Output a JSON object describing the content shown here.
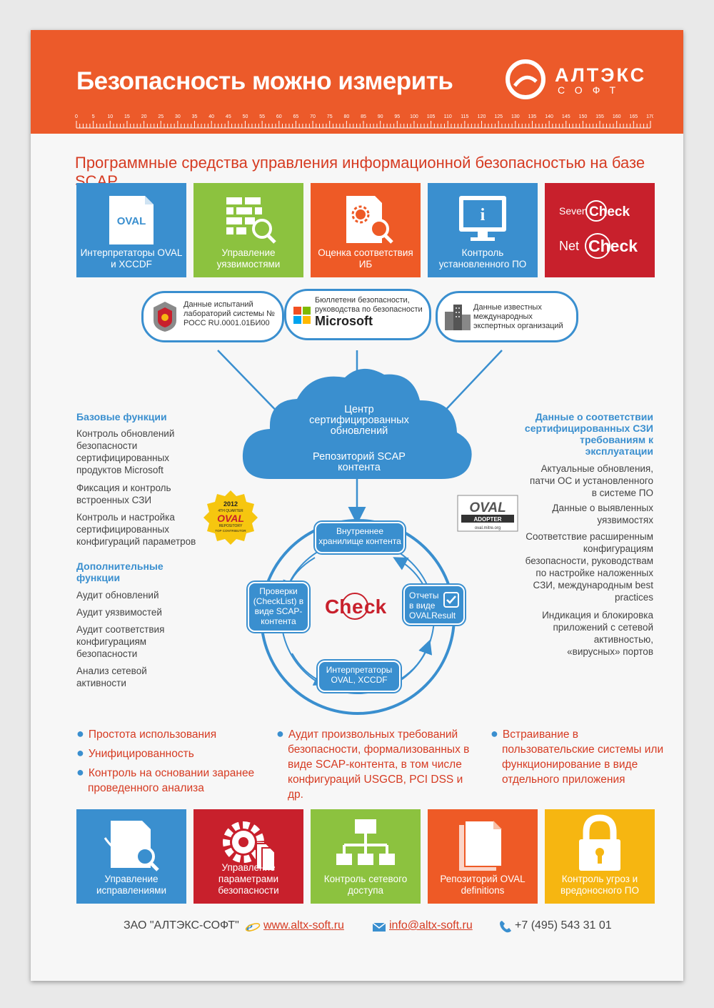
{
  "header": {
    "title": "Безопасность можно измерить",
    "logo_name": "АЛТЭКС",
    "logo_sub": "СОФТ",
    "ruler_ticks": [
      "0",
      "5",
      "10",
      "15",
      "20",
      "25",
      "30",
      "35",
      "40",
      "45",
      "50",
      "55",
      "60",
      "65",
      "70",
      "75",
      "80",
      "85",
      "90",
      "95",
      "100",
      "105",
      "110",
      "115",
      "120",
      "125",
      "130",
      "135",
      "140",
      "145",
      "150",
      "155",
      "160",
      "165",
      "170"
    ]
  },
  "subtitle": "Программные средства управления информационной безопасностью на базе SCAP",
  "top_tiles": [
    {
      "label": "Интерпретаторы OVAL и XCCDF",
      "icon": "oval-document-icon",
      "icon_text": "OVAL",
      "color": "#3a8fcf"
    },
    {
      "label": "Управление уязвимостями",
      "icon": "wall-magnifier-icon",
      "color": "#8cc23f"
    },
    {
      "label": "Оценка соответствия ИБ",
      "icon": "gear-document-icon",
      "color": "#ee5a26"
    },
    {
      "label": "Контроль установленного ПО",
      "icon": "monitor-info-icon",
      "icon_text": "i",
      "color": "#3a8fcf"
    },
    {
      "label": "",
      "icon": "check-products-icon",
      "products": [
        {
          "prefix": "Seven",
          "name": "Check"
        },
        {
          "prefix": "Net",
          "name": "Check"
        }
      ],
      "color": "#c8202c"
    }
  ],
  "sources": [
    {
      "text": "Данные испытаний лабораторий системы № РОСС RU.0001.01БИ00",
      "icon": "emblem-icon"
    },
    {
      "text": "Бюллетени безопасности, руководства по безопасности",
      "brand": "Microsoft",
      "icon": "microsoft-logo-icon"
    },
    {
      "text": "Данные известных международных экспертных организаций",
      "icon": "buildings-icon"
    }
  ],
  "cloud": {
    "line1": "Центр сертифицированных обновлений",
    "line2": "Репозиторий SCAP контента"
  },
  "left_column": {
    "base_heading": "Базовые функции",
    "base_items": [
      "Контроль обновлений безопасности сертифицированных продуктов Microsoft",
      "Фиксация и контроль встроенных СЗИ",
      "Контроль и настройка сертифицированных конфигураций параметров"
    ],
    "extra_heading": "Дополнительные функции",
    "extra_items": [
      "Аудит обновлений",
      "Аудит уязвимостей",
      "Аудит соответствия конфигурациям безопасности",
      "Анализ сетевой активности"
    ]
  },
  "right_column": {
    "heading": "Данные о соответствии сертифицированных СЗИ требованиям к эксплуатации",
    "items": [
      "Актуальные обновления, патчи ОС и установленного в системе ПО",
      "Данные о выявленных уязвимостях",
      "Соответствие расширенным конфигурациям безопасности, руководствам по настройке наложенных СЗИ, международным best practices",
      "Индикация и блокировка приложений с сетевой активностью, «вирусных» портов"
    ]
  },
  "badge_left": {
    "year": "2012",
    "quarter": "4TH QUARTER",
    "brand": "OVAL",
    "repo": "REPOSITORY",
    "contrib": "TOP CONTRIBUTOR"
  },
  "badge_right": {
    "brand": "OVAL",
    "sub": "ADOPTER",
    "url": "oval.mitre.org"
  },
  "cycle": {
    "top": "Внутреннее хранилище контента",
    "left": "Проверки (CheckList) в виде SCAP-контента",
    "right": "Отчеты в виде OVALResult",
    "bottom": "Интерпретаторы OVAL, XCCDF",
    "center_part1": "Ch",
    "center_part2": "ck"
  },
  "bullets": {
    "col1": [
      "Простота использования",
      "Унифицированность",
      "Контроль на основании заранее проведенного анализа"
    ],
    "col2": [
      "Аудит произвольных требований безопасности, формализованных в виде SCAP-контента, в том числе конфигураций USGCB, PCI DSS и др."
    ],
    "col3": [
      "Встраивание в пользовательские системы или функционирование в виде отдельного приложения"
    ]
  },
  "bottom_tiles": [
    {
      "label": "Управление исправлениями",
      "icon": "document-magnifier-icon",
      "color": "#3a8fcf"
    },
    {
      "label": "Управление параметрами безопасности",
      "icon": "gear-files-icon",
      "color": "#c8202c"
    },
    {
      "label": "Контроль сетевого доступа",
      "icon": "network-tree-icon",
      "color": "#8cc23f"
    },
    {
      "label": "Репозиторий OVAL definitions",
      "icon": "documents-stack-icon",
      "color": "#ee5a26"
    },
    {
      "label": "Контроль угроз и вредоносного ПО",
      "icon": "padlock-icon",
      "color": "#f6b611"
    }
  ],
  "footer": {
    "company": "ЗАО \"АЛТЭКС-СОФТ\"",
    "website": "www.altx-soft.ru",
    "email": "info@altx-soft.ru",
    "phone": "+7 (495) 543 31 01"
  }
}
